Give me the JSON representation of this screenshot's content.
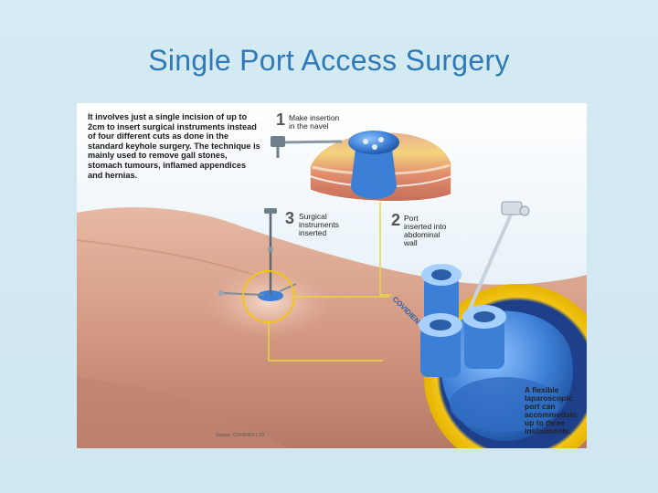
{
  "slide": {
    "title": "Single Port Access Surgery"
  },
  "figure": {
    "intro": "It involves just a single incision of up to 2cm to insert surgical instruments instead of four different cuts as done in the standard keyhole surgery. The technique is mainly used to remove gall stones, stomach tumours, inflamed appendices and hernias.",
    "steps": [
      {
        "num": "1",
        "line1": "Make insertion",
        "line2": "in the navel"
      },
      {
        "num": "2",
        "line1": "Port",
        "line2": "inserted into",
        "line3": "abdominal",
        "line4": "wall"
      },
      {
        "num": "3",
        "line1": "Surgical",
        "line2": "instruments",
        "line3": "inserted"
      }
    ],
    "port_note": {
      "line1": "A flexible",
      "line2": "laparoscopic",
      "line3": "port can",
      "line4": "accommodate",
      "line5": "up to three",
      "line6": "instruments."
    },
    "port_brand": "COVIDIEN",
    "source": "Source: COVIDIEN LTD"
  },
  "colors": {
    "title": "#2e7ab8",
    "skin": "#d9a58f",
    "port_blue": "#3c7fd6",
    "highlight_yellow": "#f2c417",
    "callout_line": "#e8d640"
  }
}
